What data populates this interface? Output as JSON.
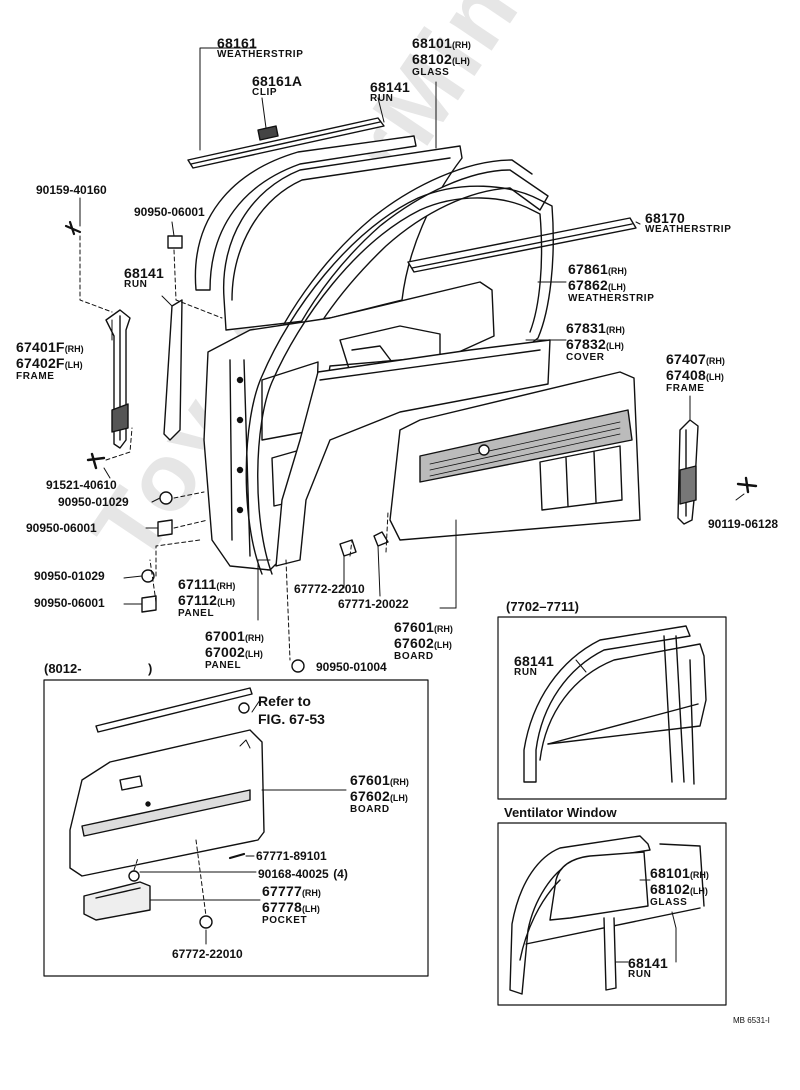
{
  "watermark": "ToyotaCarMine.ru",
  "parts": {
    "weatherstrip_68161": {
      "num": "68161",
      "name": "WEATHERSTRIP"
    },
    "clip_68161A": {
      "num": "68161A",
      "name": "CLIP"
    },
    "glass_68101": {
      "num_rh": "68101",
      "num_lh": "68102",
      "side_rh": "(RH)",
      "side_lh": "(LH)",
      "name": "GLASS"
    },
    "run_68141_top": {
      "num": "68141",
      "name": "RUN"
    },
    "bolt_90159": {
      "num": "90159-40160"
    },
    "clip_90950_06001_top": {
      "num": "90950-06001"
    },
    "weatherstrip_68170": {
      "num": "68170",
      "name": "WEATHERSTRIP"
    },
    "run_68141_mid": {
      "num": "68141",
      "name": "RUN"
    },
    "weatherstrip_67861": {
      "num_rh": "67861",
      "num_lh": "67862",
      "side_rh": "(RH)",
      "side_lh": "(LH)",
      "name": "WEATHERSTRIP"
    },
    "frame_67401F": {
      "num_rh": "67401F",
      "num_lh": "67402F",
      "side_rh": "(RH)",
      "side_lh": "(LH)",
      "name": "FRAME"
    },
    "cover_67831": {
      "num_rh": "67831",
      "num_lh": "67832",
      "side_rh": "(RH)",
      "side_lh": "(LH)",
      "name": "COVER"
    },
    "frame_67407": {
      "num_rh": "67407",
      "num_lh": "67408",
      "side_rh": "(RH)",
      "side_lh": "(LH)",
      "name": "FRAME"
    },
    "bolt_91521": {
      "num": "91521-40610"
    },
    "clip_90950_01029_a": {
      "num": "90950-01029"
    },
    "clip_90950_06001_a": {
      "num": "90950-06001"
    },
    "bolt_90119": {
      "num": "90119-06128"
    },
    "clip_90950_01029_b": {
      "num": "90950-01029"
    },
    "clip_90950_06001_b": {
      "num": "90950-06001"
    },
    "panel_67111": {
      "num_rh": "67111",
      "num_lh": "67112",
      "side_rh": "(RH)",
      "side_lh": "(LH)",
      "name": "PANEL"
    },
    "clip_67772_22010": {
      "num": "67772-22010"
    },
    "clip_67771_20022": {
      "num": "67771-20022"
    },
    "board_67601": {
      "num_rh": "67601",
      "num_lh": "67602",
      "side_rh": "(RH)",
      "side_lh": "(LH)",
      "name": "BOARD"
    },
    "panel_67001": {
      "num_rh": "67001",
      "num_lh": "67002",
      "side_rh": "(RH)",
      "side_lh": "(LH)",
      "name": "PANEL"
    },
    "clip_90950_01004": {
      "num": "90950-01004"
    }
  },
  "inset_8012": {
    "title": "(8012-",
    "title_close": ")",
    "refer_line1": "Refer to",
    "refer_line2": "FIG. 67-53",
    "board": {
      "num_rh": "67601",
      "num_lh": "67602",
      "side_rh": "(RH)",
      "side_lh": "(LH)",
      "name": "BOARD"
    },
    "clip_67771": {
      "num": "67771-89101"
    },
    "screw_90168": {
      "num": "90168-40025",
      "qty": "(4)"
    },
    "pocket": {
      "num_rh": "67777",
      "num_lh": "67778",
      "side_rh": "(RH)",
      "side_lh": "(LH)",
      "name": "POCKET"
    },
    "clip_67772": {
      "num": "67772-22010"
    }
  },
  "inset_7702": {
    "title": "(7702–7711)",
    "run": {
      "num": "68141",
      "name": "RUN"
    }
  },
  "inset_vent": {
    "title": "Ventilator  Window",
    "glass": {
      "num_rh": "68101",
      "num_lh": "68102",
      "side_rh": "(RH)",
      "side_lh": "(LH)",
      "name": "GLASS"
    },
    "run": {
      "num": "68141",
      "name": "RUN"
    }
  },
  "figure_code": "MB 6531-I"
}
